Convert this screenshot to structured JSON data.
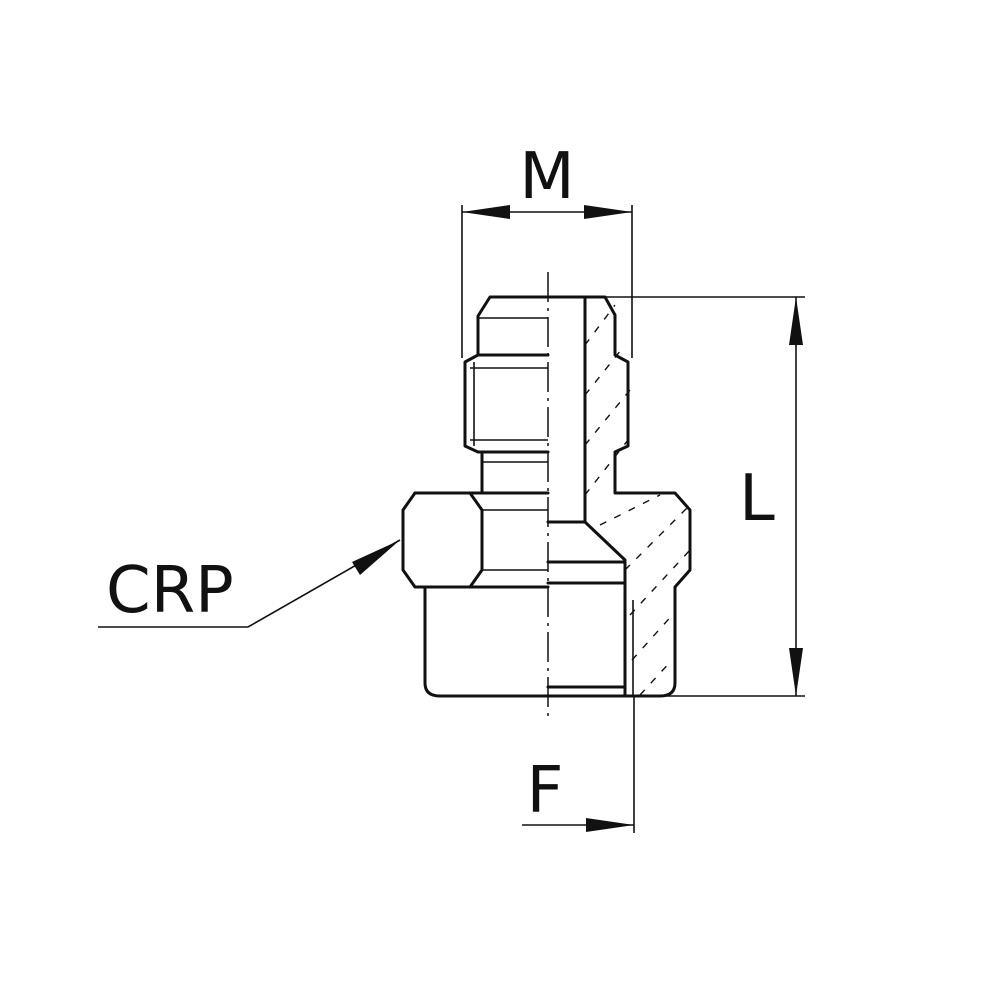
{
  "labels": {
    "m": "M",
    "l": "L",
    "f": "F",
    "crp": "CRP"
  },
  "colors": {
    "ink": "#111111",
    "background": "#ffffff"
  }
}
